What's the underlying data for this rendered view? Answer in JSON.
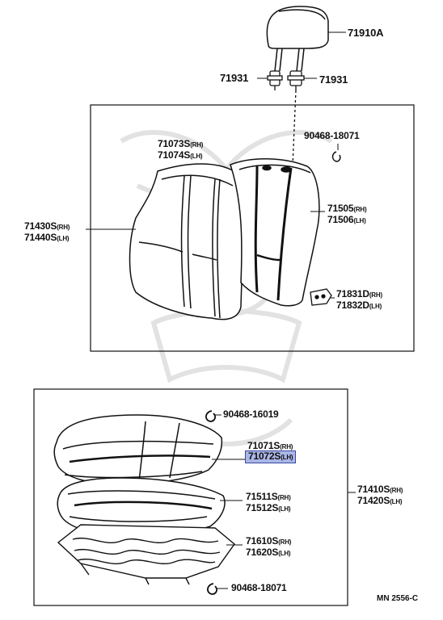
{
  "diagram": {
    "caption": "MN 2556-C",
    "parts": {
      "headrest": "71910A",
      "support_left": "71931",
      "support_right": "71931",
      "back_cover_rh": "71073S",
      "back_cover_lh": "71074S",
      "back_pad_rh": "71505",
      "back_pad_lh": "71506",
      "back_assy_rh": "71430S",
      "back_assy_lh": "71440S",
      "hog_ring_back": "90468-18071",
      "back_part_rh": "71831D",
      "back_part_lh": "71832D",
      "hog_ring_cushion_top": "90468-16019",
      "cushion_cover_rh": "71071S",
      "cushion_cover_lh": "71072S",
      "cushion_pad_rh": "71511S",
      "cushion_pad_lh": "71512S",
      "cushion_frame_rh": "71610S",
      "cushion_frame_lh": "71620S",
      "cushion_assy_rh": "71410S",
      "cushion_assy_lh": "71420S",
      "hog_ring_cushion_bottom": "90468-18071"
    },
    "suffix_rh": "(RH)",
    "suffix_lh": "(LH)",
    "highlighted_part": "71072S"
  }
}
